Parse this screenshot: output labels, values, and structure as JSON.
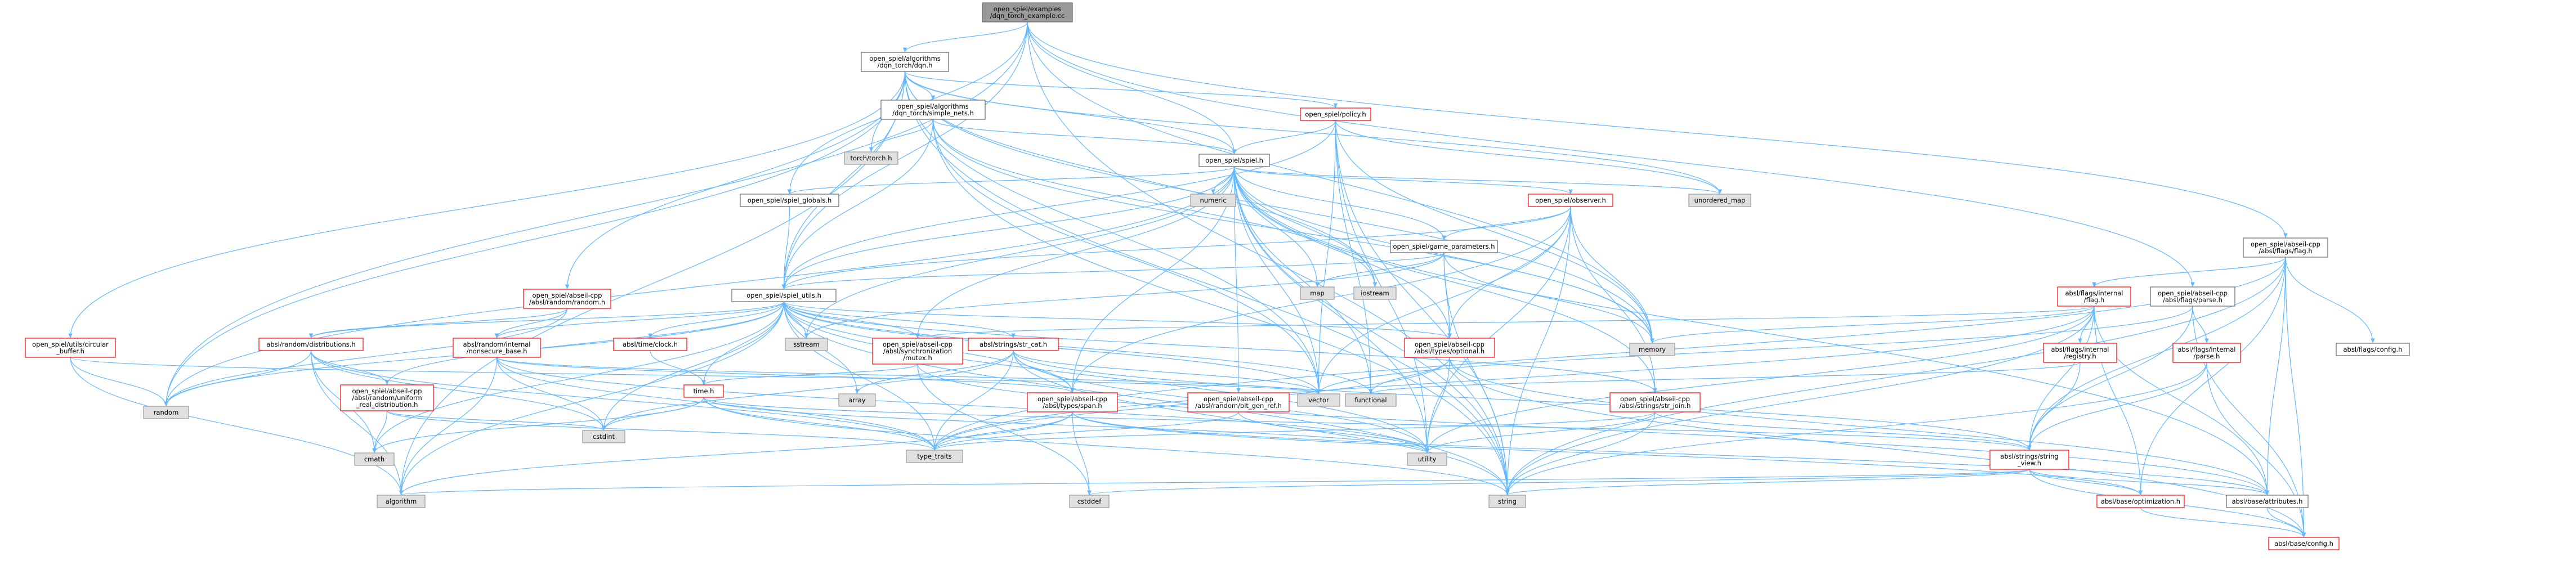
{
  "colors": {
    "edge": "#63b8ff",
    "root_fill": "#999999",
    "node_stroke": "#666666",
    "missing_stroke": "#ff0000",
    "system_fill": "#e0e0e0",
    "system_stroke": "#999999",
    "background": "#ffffff"
  },
  "nodes": [
    {
      "id": "root",
      "lines": [
        "open_spiel/examples",
        "/dqn_torch_example.cc"
      ],
      "kind": "root"
    },
    {
      "id": "dqn",
      "lines": [
        "open_spiel/algorithms",
        "/dqn_torch/dqn.h"
      ],
      "kind": "normal"
    },
    {
      "id": "simple_nets",
      "lines": [
        "open_spiel/algorithms",
        "/dqn_torch/simple_nets.h"
      ],
      "kind": "normal"
    },
    {
      "id": "torch",
      "lines": [
        "torch/torch.h"
      ],
      "kind": "system"
    },
    {
      "id": "policy",
      "lines": [
        "open_spiel/policy.h"
      ],
      "kind": "missing"
    },
    {
      "id": "spiel",
      "lines": [
        "open_spiel/spiel.h"
      ],
      "kind": "normal"
    },
    {
      "id": "spiel_globals",
      "lines": [
        "open_spiel/spiel_globals.h"
      ],
      "kind": "normal"
    },
    {
      "id": "numeric",
      "lines": [
        "numeric"
      ],
      "kind": "system"
    },
    {
      "id": "unordered_map",
      "lines": [
        "unordered_map"
      ],
      "kind": "system"
    },
    {
      "id": "observer",
      "lines": [
        "open_spiel/observer.h"
      ],
      "kind": "missing"
    },
    {
      "id": "game_parameters",
      "lines": [
        "open_spiel/game_parameters.h"
      ],
      "kind": "normal"
    },
    {
      "id": "map",
      "lines": [
        "map"
      ],
      "kind": "system"
    },
    {
      "id": "iostream",
      "lines": [
        "iostream"
      ],
      "kind": "system"
    },
    {
      "id": "spiel_utils",
      "lines": [
        "open_spiel/spiel_utils.h"
      ],
      "kind": "normal"
    },
    {
      "id": "absl_random",
      "lines": [
        "open_spiel/abseil-cpp",
        "/absl/random/random.h"
      ],
      "kind": "missing"
    },
    {
      "id": "circular_buffer",
      "lines": [
        "open_spiel/utils/circular",
        "_buffer.h"
      ],
      "kind": "missing"
    },
    {
      "id": "random",
      "lines": [
        "random"
      ],
      "kind": "system"
    },
    {
      "id": "distributions",
      "lines": [
        "absl/random/distributions.h"
      ],
      "kind": "missing"
    },
    {
      "id": "nonsecure_base",
      "lines": [
        "absl/random/internal",
        "/nonsecure_base.h"
      ],
      "kind": "missing"
    },
    {
      "id": "time_clock",
      "lines": [
        "absl/time/clock.h"
      ],
      "kind": "missing"
    },
    {
      "id": "sstream",
      "lines": [
        "sstream"
      ],
      "kind": "system"
    },
    {
      "id": "sync_mutex",
      "lines": [
        "open_spiel/abseil-cpp",
        "/absl/synchronization",
        "/mutex.h"
      ],
      "kind": "missing"
    },
    {
      "id": "str_cat",
      "lines": [
        "absl/strings/str_cat.h"
      ],
      "kind": "missing"
    },
    {
      "id": "abseil_optional",
      "lines": [
        "open_spiel/abseil-cpp",
        "/absl/types/optional.h"
      ],
      "kind": "missing"
    },
    {
      "id": "uniform_real",
      "lines": [
        "open_spiel/abseil-cpp",
        "/absl/random/uniform",
        "_real_distribution.h"
      ],
      "kind": "missing"
    },
    {
      "id": "time_h",
      "lines": [
        "time.h"
      ],
      "kind": "missing"
    },
    {
      "id": "array",
      "lines": [
        "array"
      ],
      "kind": "system"
    },
    {
      "id": "span",
      "lines": [
        "open_spiel/abseil-cpp",
        "/absl/types/span.h"
      ],
      "kind": "missing"
    },
    {
      "id": "bit_gen_ref",
      "lines": [
        "open_spiel/abseil-cpp",
        "/absl/random/bit_gen_ref.h"
      ],
      "kind": "missing"
    },
    {
      "id": "vector",
      "lines": [
        "vector"
      ],
      "kind": "system"
    },
    {
      "id": "functional",
      "lines": [
        "functional"
      ],
      "kind": "system"
    },
    {
      "id": "str_join",
      "lines": [
        "open_spiel/abseil-cpp",
        "/absl/strings/str_join.h"
      ],
      "kind": "missing"
    },
    {
      "id": "cmath",
      "lines": [
        "cmath"
      ],
      "kind": "system"
    },
    {
      "id": "cstdint",
      "lines": [
        "cstdint"
      ],
      "kind": "system"
    },
    {
      "id": "type_traits",
      "lines": [
        "type_traits"
      ],
      "kind": "system"
    },
    {
      "id": "utility",
      "lines": [
        "utility"
      ],
      "kind": "system"
    },
    {
      "id": "algorithm",
      "lines": [
        "algorithm"
      ],
      "kind": "system"
    },
    {
      "id": "cstddef",
      "lines": [
        "cstddef"
      ],
      "kind": "system"
    },
    {
      "id": "string",
      "lines": [
        "string"
      ],
      "kind": "system"
    },
    {
      "id": "memory",
      "lines": [
        "memory"
      ],
      "kind": "system"
    },
    {
      "id": "abseil_flag",
      "lines": [
        "open_spiel/abseil-cpp",
        "/absl/flags/flag.h"
      ],
      "kind": "normal"
    },
    {
      "id": "internal_flag",
      "lines": [
        "absl/flags/internal",
        "/flag.h"
      ],
      "kind": "missing"
    },
    {
      "id": "abseil_parse",
      "lines": [
        "open_spiel/abseil-cpp",
        "/absl/flags/parse.h"
      ],
      "kind": "normal"
    },
    {
      "id": "flags_config",
      "lines": [
        "absl/flags/config.h"
      ],
      "kind": "normal"
    },
    {
      "id": "internal_registry",
      "lines": [
        "absl/flags/internal",
        "/registry.h"
      ],
      "kind": "missing"
    },
    {
      "id": "internal_parse",
      "lines": [
        "absl/flags/internal",
        "/parse.h"
      ],
      "kind": "missing"
    },
    {
      "id": "string_view",
      "lines": [
        "absl/strings/string",
        "_view.h"
      ],
      "kind": "missing"
    },
    {
      "id": "optimization",
      "lines": [
        "absl/base/optimization.h"
      ],
      "kind": "missing"
    },
    {
      "id": "attributes",
      "lines": [
        "absl/base/attributes.h"
      ],
      "kind": "normal"
    },
    {
      "id": "base_config",
      "lines": [
        "absl/base/config.h"
      ],
      "kind": "missing"
    }
  ],
  "edges": [
    [
      "root",
      "dqn"
    ],
    [
      "root",
      "spiel"
    ],
    [
      "root",
      "spiel_globals"
    ],
    [
      "root",
      "spiel_utils"
    ],
    [
      "root",
      "abseil_flag"
    ],
    [
      "root",
      "abseil_parse"
    ],
    [
      "root",
      "random"
    ],
    [
      "root",
      "string"
    ],
    [
      "root",
      "memory"
    ],
    [
      "dqn",
      "simple_nets"
    ],
    [
      "dqn",
      "torch"
    ],
    [
      "dqn",
      "policy"
    ],
    [
      "dqn",
      "spiel"
    ],
    [
      "dqn",
      "spiel_utils"
    ],
    [
      "dqn",
      "absl_random"
    ],
    [
      "dqn",
      "circular_buffer"
    ],
    [
      "dqn",
      "random"
    ],
    [
      "dqn",
      "vector"
    ],
    [
      "dqn",
      "iostream"
    ],
    [
      "dqn",
      "string"
    ],
    [
      "dqn",
      "memory"
    ],
    [
      "dqn",
      "algorithm"
    ],
    [
      "dqn",
      "unordered_map"
    ],
    [
      "simple_nets",
      "torch"
    ],
    [
      "simple_nets",
      "spiel"
    ],
    [
      "simple_nets",
      "spiel_utils"
    ],
    [
      "simple_nets",
      "iostream"
    ],
    [
      "simple_nets",
      "vector"
    ],
    [
      "simple_nets",
      "string"
    ],
    [
      "simple_nets",
      "memory"
    ],
    [
      "policy",
      "spiel"
    ],
    [
      "policy",
      "spiel_utils"
    ],
    [
      "policy",
      "unordered_map"
    ],
    [
      "policy",
      "memory"
    ],
    [
      "policy",
      "string"
    ],
    [
      "policy",
      "utility"
    ],
    [
      "policy",
      "vector"
    ],
    [
      "policy",
      "functional"
    ],
    [
      "spiel",
      "spiel_globals"
    ],
    [
      "spiel",
      "spiel_utils"
    ],
    [
      "spiel",
      "numeric"
    ],
    [
      "spiel",
      "unordered_map"
    ],
    [
      "spiel",
      "observer"
    ],
    [
      "spiel",
      "game_parameters"
    ],
    [
      "spiel",
      "map"
    ],
    [
      "spiel",
      "iostream"
    ],
    [
      "spiel",
      "memory"
    ],
    [
      "spiel",
      "random"
    ],
    [
      "spiel",
      "sstream"
    ],
    [
      "spiel",
      "sync_mutex"
    ],
    [
      "spiel",
      "abseil_optional"
    ],
    [
      "spiel",
      "span"
    ],
    [
      "spiel",
      "bit_gen_ref"
    ],
    [
      "spiel",
      "vector"
    ],
    [
      "spiel",
      "functional"
    ],
    [
      "spiel",
      "str_join"
    ],
    [
      "spiel",
      "string"
    ],
    [
      "spiel",
      "utility"
    ],
    [
      "spiel",
      "attributes"
    ],
    [
      "spiel_globals",
      "spiel_utils"
    ],
    [
      "observer",
      "game_parameters"
    ],
    [
      "observer",
      "spiel_utils"
    ],
    [
      "observer",
      "abseil_optional"
    ],
    [
      "observer",
      "str_join"
    ],
    [
      "observer",
      "memory"
    ],
    [
      "observer",
      "string"
    ],
    [
      "observer",
      "utility"
    ],
    [
      "observer",
      "vector"
    ],
    [
      "observer",
      "span"
    ],
    [
      "game_parameters",
      "map"
    ],
    [
      "game_parameters",
      "sstream"
    ],
    [
      "game_parameters",
      "spiel_utils"
    ],
    [
      "game_parameters",
      "abseil_optional"
    ],
    [
      "game_parameters",
      "string"
    ],
    [
      "game_parameters",
      "memory"
    ],
    [
      "spiel_utils",
      "random"
    ],
    [
      "spiel_utils",
      "distributions"
    ],
    [
      "spiel_utils",
      "nonsecure_base"
    ],
    [
      "spiel_utils",
      "time_clock"
    ],
    [
      "spiel_utils",
      "sstream"
    ],
    [
      "spiel_utils",
      "sync_mutex"
    ],
    [
      "spiel_utils",
      "str_cat"
    ],
    [
      "spiel_utils",
      "abseil_optional"
    ],
    [
      "spiel_utils",
      "uniform_real"
    ],
    [
      "spiel_utils",
      "time_h"
    ],
    [
      "spiel_utils",
      "array"
    ],
    [
      "spiel_utils",
      "span"
    ],
    [
      "spiel_utils",
      "vector"
    ],
    [
      "spiel_utils",
      "functional"
    ],
    [
      "spiel_utils",
      "cmath"
    ],
    [
      "spiel_utils",
      "cstdint"
    ],
    [
      "spiel_utils",
      "type_traits"
    ],
    [
      "spiel_utils",
      "utility"
    ],
    [
      "spiel_utils",
      "algorithm"
    ],
    [
      "spiel_utils",
      "string"
    ],
    [
      "spiel_utils",
      "str_join"
    ],
    [
      "absl_random",
      "random"
    ],
    [
      "absl_random",
      "distributions"
    ],
    [
      "absl_random",
      "nonsecure_base"
    ],
    [
      "circular_buffer",
      "random"
    ],
    [
      "circular_buffer",
      "algorithm"
    ],
    [
      "circular_buffer",
      "vector"
    ],
    [
      "distributions",
      "uniform_real"
    ],
    [
      "distributions",
      "cmath"
    ],
    [
      "distributions",
      "random"
    ],
    [
      "distributions",
      "type_traits"
    ],
    [
      "distributions",
      "algorithm"
    ],
    [
      "distributions",
      "cstdint"
    ],
    [
      "nonsecure_base",
      "type_traits"
    ],
    [
      "nonsecure_base",
      "span"
    ],
    [
      "nonsecure_base",
      "cstdint"
    ],
    [
      "nonsecure_base",
      "algorithm"
    ],
    [
      "nonsecure_base",
      "utility"
    ],
    [
      "nonsecure_base",
      "vector"
    ],
    [
      "time_clock",
      "time_h"
    ],
    [
      "sync_mutex",
      "time_h"
    ],
    [
      "sync_mutex",
      "cstddef"
    ],
    [
      "sync_mutex",
      "attributes"
    ],
    [
      "str_cat",
      "array"
    ],
    [
      "str_cat",
      "cstdint"
    ],
    [
      "str_cat",
      "string"
    ],
    [
      "str_cat",
      "type_traits"
    ],
    [
      "str_cat",
      "vector"
    ],
    [
      "str_cat",
      "string_view"
    ],
    [
      "str_cat",
      "span"
    ],
    [
      "str_cat",
      "utility"
    ],
    [
      "abseil_optional",
      "functional"
    ],
    [
      "abseil_optional",
      "type_traits"
    ],
    [
      "abseil_optional",
      "utility"
    ],
    [
      "abseil_optional",
      "base_config"
    ],
    [
      "abseil_optional",
      "attributes"
    ],
    [
      "uniform_real",
      "cmath"
    ],
    [
      "uniform_real",
      "cstdint"
    ],
    [
      "uniform_real",
      "type_traits"
    ],
    [
      "time_h",
      "cmath"
    ],
    [
      "time_h",
      "cstdint"
    ],
    [
      "time_h",
      "string"
    ],
    [
      "time_h",
      "type_traits"
    ],
    [
      "time_h",
      "utility"
    ],
    [
      "time_h",
      "string_view"
    ],
    [
      "span",
      "algorithm"
    ],
    [
      "span",
      "cstddef"
    ],
    [
      "span",
      "type_traits"
    ],
    [
      "span",
      "optimization"
    ],
    [
      "span",
      "attributes"
    ],
    [
      "bit_gen_ref",
      "type_traits"
    ],
    [
      "bit_gen_ref",
      "utility"
    ],
    [
      "str_join",
      "string"
    ],
    [
      "str_join",
      "utility"
    ],
    [
      "str_join",
      "type_traits"
    ],
    [
      "str_join",
      "string_view"
    ],
    [
      "string_view",
      "algorithm"
    ],
    [
      "string_view",
      "cstddef"
    ],
    [
      "string_view",
      "string"
    ],
    [
      "string_view",
      "optimization"
    ],
    [
      "string_view",
      "attributes"
    ],
    [
      "string_view",
      "base_config"
    ],
    [
      "optimization",
      "base_config"
    ],
    [
      "attributes",
      "base_config"
    ],
    [
      "abseil_flag",
      "internal_flag"
    ],
    [
      "abseil_flag",
      "flags_config"
    ],
    [
      "abseil_flag",
      "string"
    ],
    [
      "abseil_flag",
      "type_traits"
    ],
    [
      "abseil_flag",
      "string_view"
    ],
    [
      "abseil_flag",
      "optimization"
    ],
    [
      "abseil_flag",
      "attributes"
    ],
    [
      "abseil_flag",
      "base_config"
    ],
    [
      "internal_flag",
      "internal_registry"
    ],
    [
      "internal_flag",
      "memory"
    ],
    [
      "internal_flag",
      "string"
    ],
    [
      "internal_flag",
      "type_traits"
    ],
    [
      "internal_flag",
      "string_view"
    ],
    [
      "internal_flag",
      "optimization"
    ],
    [
      "internal_flag",
      "attributes"
    ],
    [
      "internal_flag",
      "sync_mutex"
    ],
    [
      "internal_flag",
      "utility"
    ],
    [
      "abseil_parse",
      "internal_parse"
    ],
    [
      "abseil_parse",
      "string_view"
    ],
    [
      "abseil_parse",
      "vector"
    ],
    [
      "abseil_parse",
      "base_config"
    ],
    [
      "internal_registry",
      "string_view"
    ],
    [
      "internal_registry",
      "functional"
    ],
    [
      "internal_parse",
      "string_view"
    ],
    [
      "internal_parse",
      "string"
    ],
    [
      "internal_parse",
      "base_config"
    ]
  ]
}
